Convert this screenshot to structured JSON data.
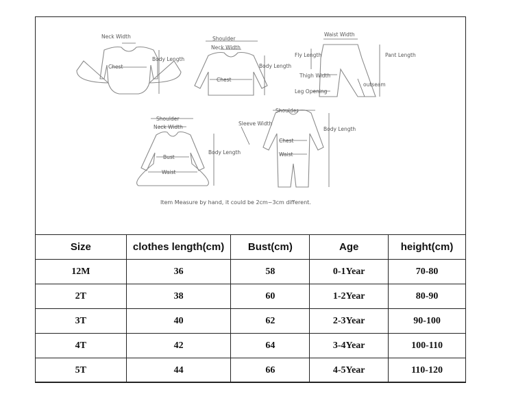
{
  "diagram": {
    "bodysuit": {
      "neck_width": "Neck Width",
      "chest": "Chest",
      "body_length": "Body Length"
    },
    "shirt": {
      "shoulder": "Shoulder",
      "neck_width": "Neck Width",
      "chest": "Chest",
      "body_length": "Body Length"
    },
    "pants": {
      "waist_width": "Waist Width",
      "fly_length": "Fly Length",
      "pant_length": "Pant Length",
      "thigh_width": "Thigh Width",
      "outseam": "outseam",
      "leg_opening": "Leg Opening"
    },
    "dress": {
      "shoulder": "Shoulder",
      "neck_width": "Neck Width",
      "bust": "Bust",
      "waist": "Waist",
      "body_length": "Body Length"
    },
    "romper": {
      "shoulder": "Shoulder",
      "sleeve_width": "Sleeve Width",
      "chest": "Chest",
      "waist": "Waist",
      "body_length": "Body Length"
    },
    "note": "Item Measure by hand, it could be 2cm~3cm different."
  },
  "table": {
    "headers": [
      "Size",
      "clothes length(cm)",
      "Bust(cm)",
      "Age",
      "height(cm)"
    ],
    "rows": [
      [
        "12M",
        "36",
        "58",
        "0-1Year",
        "70-80"
      ],
      [
        "2T",
        "38",
        "60",
        "1-2Year",
        "80-90"
      ],
      [
        "3T",
        "40",
        "62",
        "2-3Year",
        "90-100"
      ],
      [
        "4T",
        "42",
        "64",
        "3-4Year",
        "100-110"
      ],
      [
        "5T",
        "44",
        "66",
        "4-5Year",
        "110-120"
      ]
    ]
  }
}
